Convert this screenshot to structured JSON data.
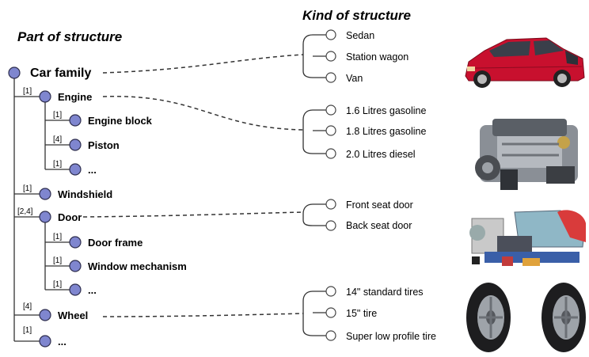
{
  "titles": {
    "part": "Part of structure",
    "kind": "Kind of structure"
  },
  "tree": {
    "root": "Car family",
    "nodes": [
      {
        "mult": "[1]",
        "label": "Engine"
      },
      {
        "mult": "[1]",
        "label": "Engine block"
      },
      {
        "mult": "[4]",
        "label": "Piston"
      },
      {
        "mult": "[1]",
        "label": "..."
      },
      {
        "mult": "[1]",
        "label": "Windshield"
      },
      {
        "mult": "[2,4]",
        "label": "Door"
      },
      {
        "mult": "[1]",
        "label": "Door frame"
      },
      {
        "mult": "[1]",
        "label": "Window mechanism"
      },
      {
        "mult": "[1]",
        "label": "..."
      },
      {
        "mult": "[4]",
        "label": "Wheel"
      },
      {
        "mult": "[1]",
        "label": "..."
      }
    ]
  },
  "kinds": {
    "car": [
      "Sedan",
      "Station wagon",
      "Van"
    ],
    "engine": [
      "1.6 Litres gasoline",
      "1.8 Litres gasoline",
      "2.0 Litres diesel"
    ],
    "door": [
      "Front seat door",
      "Back seat door"
    ],
    "wheel": [
      "14\" standard tires",
      "15\" tire",
      "Super low profile tire"
    ]
  },
  "images": {
    "car": "red-hatchback-car-photo",
    "engine": "v8-engine-photo",
    "parts": "car-door-parts-photo",
    "tires": "two-tires-photo"
  },
  "colors": {
    "node_fill": "#7f86cf",
    "car_red": "#c8102e"
  }
}
